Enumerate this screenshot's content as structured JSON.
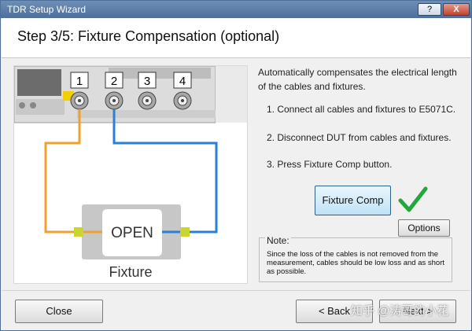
{
  "window": {
    "title": "TDR Setup Wizard",
    "help_label": "?",
    "close_label": "X"
  },
  "header": {
    "step_title": "Step 3/5: Fixture Compensation (optional)"
  },
  "diagram": {
    "port_labels": [
      "1",
      "2",
      "3",
      "4"
    ],
    "open_label": "OPEN",
    "fixture_label": "Fixture",
    "cable_colors": {
      "left": "#f0a030",
      "right": "#2b7fd6",
      "stub": "#c9d630"
    }
  },
  "instructions": {
    "description": "Automatically compensates the electrical length of the cables and fixtures.",
    "steps": [
      "1. Connect all cables and fixtures to E5071C.",
      "2. Disconnect DUT from cables and fixtures.",
      "3. Press Fixture Comp button."
    ]
  },
  "buttons": {
    "fixture_comp": "Fixture Comp",
    "options": "Options",
    "close": "Close",
    "back": "< Back",
    "next": "Next >"
  },
  "status": {
    "check_color": "#22a83a"
  },
  "note": {
    "label": "Note:",
    "text": "Since the loss of the cables is not removed from the measurement, cables should be low loss and as short as possible."
  },
  "watermark": "知乎 @涛哥的小花"
}
